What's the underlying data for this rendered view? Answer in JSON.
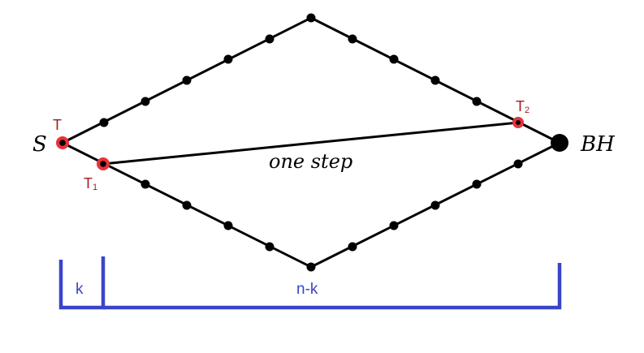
{
  "labels": {
    "source": "S",
    "black_hole": "BH",
    "edge_text": "one step",
    "top_marker": "T",
    "marker_1": "T",
    "marker_1_sub": "1",
    "marker_2": "T",
    "marker_2_sub": "2",
    "bracket_left": "k",
    "bracket_right": "n-k"
  },
  "colors": {
    "marker": "#e8323a",
    "marker_label": "#9b1c1c",
    "bracket": "#3a44c9",
    "line": "#000000"
  }
}
